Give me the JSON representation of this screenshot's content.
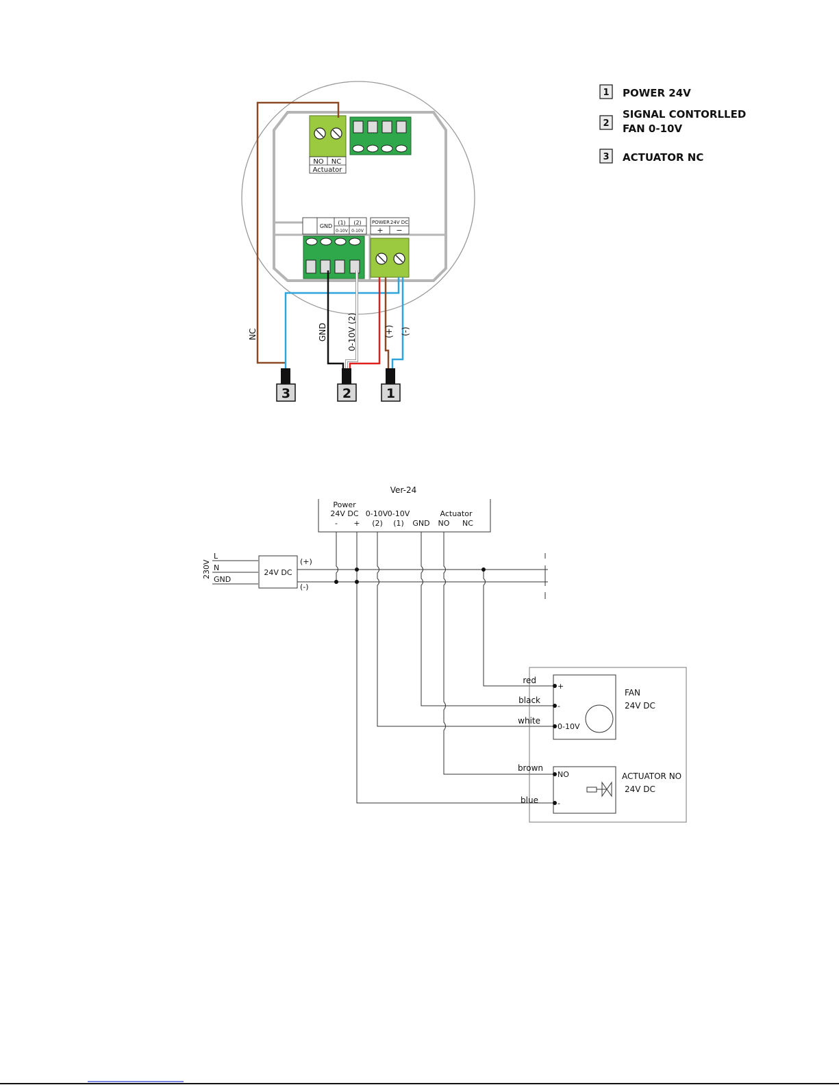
{
  "legend": {
    "items": [
      {
        "num": "1",
        "label": "POWER 24V",
        "label2": ""
      },
      {
        "num": "2",
        "label": "SIGNAL CONTORLLED",
        "label2": "FAN 0-10V"
      },
      {
        "num": "3",
        "label": "ACTUATOR NC",
        "label2": ""
      }
    ]
  },
  "board": {
    "actuator_no": "NO",
    "actuator_nc": "NC",
    "actuator_title": "Actuator",
    "gnd": "GND",
    "ch1": "(1)",
    "ch2": "(2)",
    "v010": "0-10V",
    "power_label": "POWER",
    "power_volt": "24V DC",
    "plus": "+",
    "minus": "−",
    "wire_nc": "NC",
    "wire_gnd": "GND",
    "wire_010": "0-10V (2)",
    "wire_plus": "(+)",
    "wire_minus": "(-)",
    "conn3": "3",
    "conn2": "2",
    "conn1": "1"
  },
  "schematic": {
    "title": "Ver-24",
    "power": "Power",
    "power_volt": "24V DC",
    "t_minus": "-",
    "t_plus": "+",
    "h_010a": "0-10V",
    "h_010b": "0-10V",
    "h_2": "(2)",
    "h_1": "(1)",
    "h_gnd": "GND",
    "h_actuator": "Actuator",
    "h_no": "NO",
    "h_nc": "NC",
    "mains": "230V",
    "l": "L",
    "n": "N",
    "gnd": "GND",
    "psu": "24V DC",
    "psu_plus": "(+)",
    "psu_minus": "(-)",
    "w_red": "red",
    "w_black": "black",
    "w_white": "white",
    "w_brown": "brown",
    "w_blue": "blue",
    "fan_plus": "+",
    "fan_minus": "-",
    "fan_010": "0-10V",
    "fan_title": "FAN",
    "fan_volt": "24V DC",
    "act_no": "NO",
    "act_minus": "-",
    "act_title": "ACTUATOR NO",
    "act_volt": "24V DC"
  },
  "colors": {
    "terminal_green": "#2ea84a",
    "terminal_lime": "#9bc93f",
    "wire_brown": "#8b4a25",
    "wire_blue": "#2ea3dc",
    "wire_red": "#e0201c",
    "wire_black": "#111111",
    "wire_white": "#c8c8c8"
  }
}
